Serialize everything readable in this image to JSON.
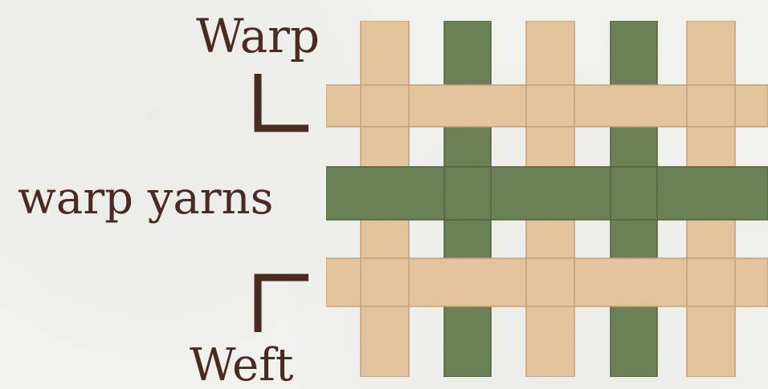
{
  "labels": {
    "warp": "Warp",
    "warp_yarns": "warp yarns",
    "weft": "Weft"
  },
  "colors": {
    "background": "#f0f0ed",
    "tan_yarn": "#eac9a2",
    "tan_yarn_edge": "#c9a57c",
    "green_yarn": "#6f8358",
    "green_yarn_edge": "#556644",
    "text": "#4a2b22",
    "bracket": "#4a2b22"
  },
  "weave": {
    "vertical_yarns": [
      "tan",
      "green",
      "tan",
      "green",
      "tan"
    ],
    "horizontal_yarns": [
      "tan",
      "green",
      "tan"
    ],
    "pattern": "plain-weave"
  }
}
